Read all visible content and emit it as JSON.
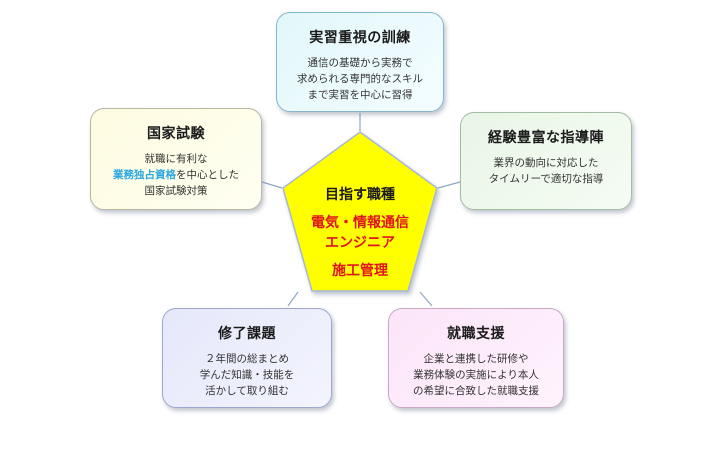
{
  "center": {
    "title": "目指す職種",
    "line1": "電気・情報通信",
    "line2": "エンジニア",
    "line3": "施工管理"
  },
  "cards": {
    "top": {
      "title": "実習重視の訓練",
      "body": [
        "通信の基礎から実務で",
        "求められる専門的なスキル",
        "まで実習を中心に習得"
      ]
    },
    "left": {
      "title": "国家試験",
      "body1": "就職に有利な",
      "body2_highlight": "業務独占資格",
      "body2_rest": "を中心とした",
      "body3": "国家試験対策"
    },
    "right": {
      "title": "経験豊富な指導陣",
      "body": [
        "業界の動向に対応した",
        "タイムリーで適切な指導"
      ]
    },
    "bottom_left": {
      "title": "修了課題",
      "body": [
        "２年間の総まとめ",
        "学んだ知識・技能を",
        "活かして取り組む"
      ]
    },
    "bottom_right": {
      "title": "就職支援",
      "body": [
        "企業と連携した研修や",
        "業務体験の実施により本人",
        "の希望に合致した就職支援"
      ]
    }
  },
  "colors": {
    "pentagon_fill": "#ffff00",
    "pentagon_stroke": "#a8b8d8",
    "highlight_text": "#e0141e",
    "highlight_blue": "#2aa8e0"
  }
}
